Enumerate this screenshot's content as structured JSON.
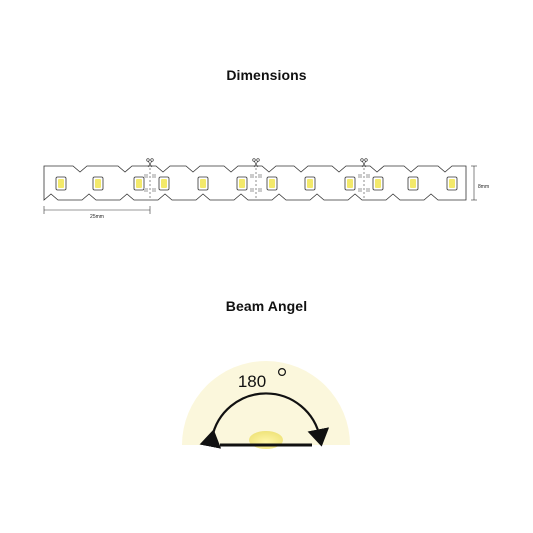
{
  "dimensions": {
    "title": "Dimensions",
    "length_label": "25mm",
    "width_label": "8mm"
  },
  "beam": {
    "title": "Beam Angel",
    "angle_label": "180",
    "degree_symbol": "°"
  },
  "icons": {
    "cut_mark": "scissors-icon",
    "led": "led-chip-icon"
  },
  "colors": {
    "glow": "#fbf7dc",
    "led_yellow": "#f3e96a",
    "outline": "#333333"
  }
}
